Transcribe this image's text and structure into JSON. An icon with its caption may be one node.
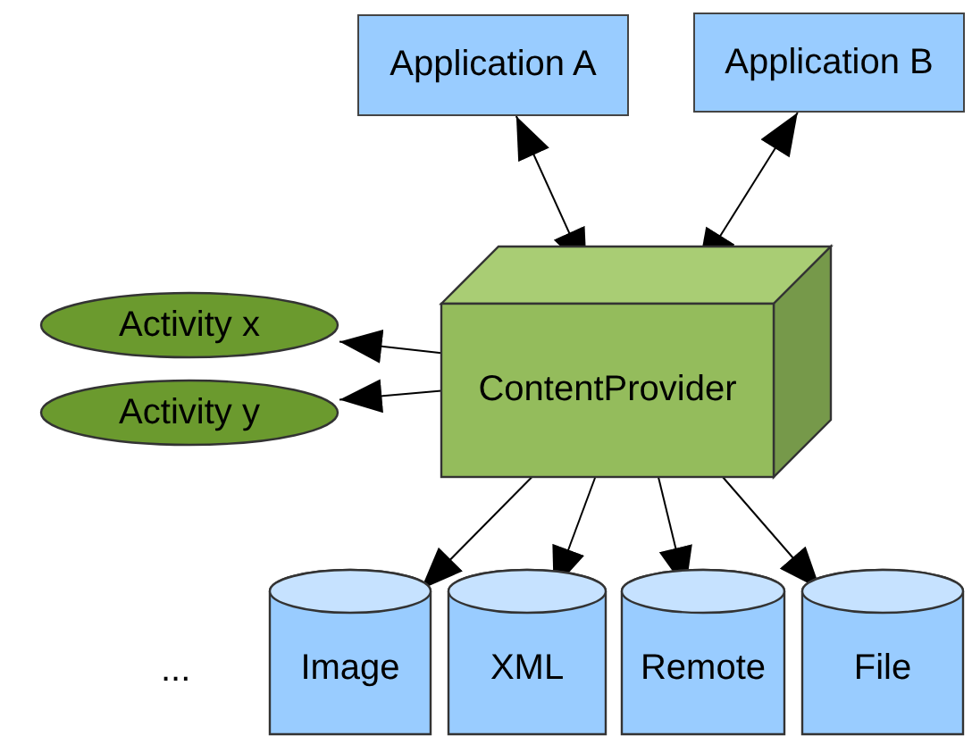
{
  "diagram": {
    "nodes": [
      {
        "text": [
          "Application A"
        ]
      },
      {
        "text": [
          "Application B"
        ]
      },
      {
        "text": [
          "ContentProvider"
        ]
      },
      {
        "text": [
          "Activity x"
        ]
      },
      {
        "text": [
          "Activity y"
        ]
      },
      {
        "text": [
          "Image"
        ]
      },
      {
        "text": [
          "XML"
        ]
      },
      {
        "text": [
          "Remote"
        ]
      },
      {
        "text": [
          "File"
        ]
      }
    ],
    "edges": [
      {
        "from": 0,
        "to": 2,
        "arrow": "both"
      },
      {
        "from": 1,
        "to": 2,
        "arrow": "both"
      },
      {
        "from": 2,
        "to": 3,
        "arrow": "to"
      },
      {
        "from": 2,
        "to": 4,
        "arrow": "to"
      },
      {
        "from": 2,
        "to": 5,
        "arrow": "to"
      },
      {
        "from": 2,
        "to": 6,
        "arrow": "to"
      },
      {
        "from": 2,
        "to": 7,
        "arrow": "to"
      },
      {
        "from": 2,
        "to": 8,
        "arrow": "to"
      }
    ],
    "labels": [
      "..."
    ]
  }
}
